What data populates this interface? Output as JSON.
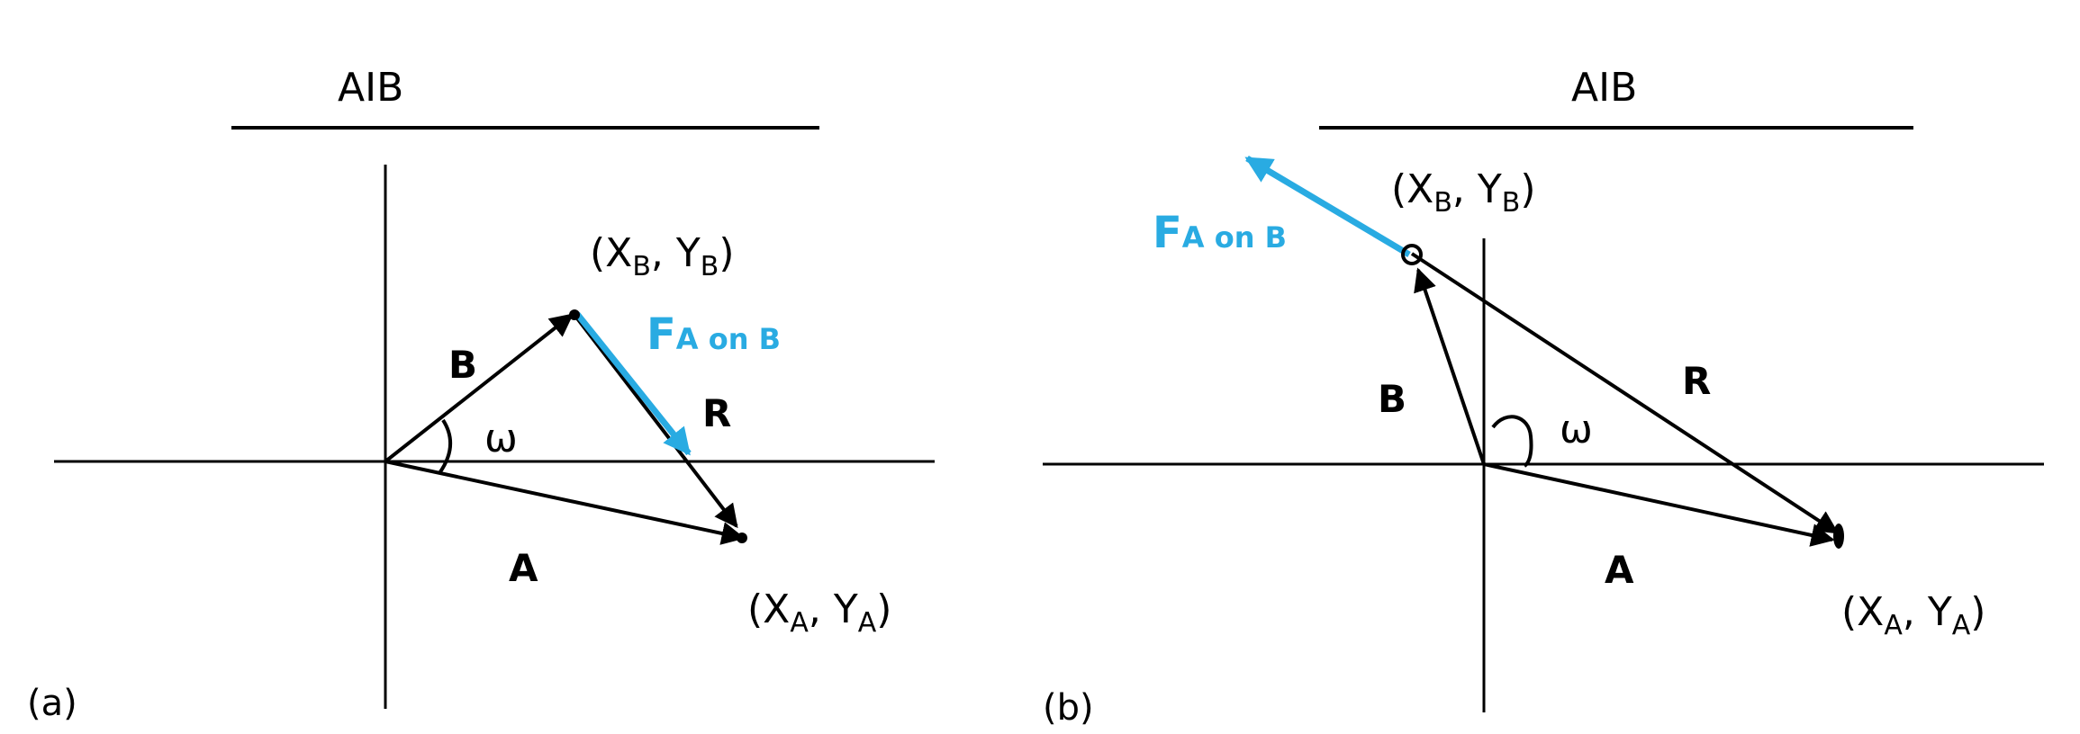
{
  "panels": {
    "a": {
      "panel_label": "(a)",
      "header": "AIB",
      "point_b": {
        "open": "(X",
        "x_sub": "B",
        "mid": ", Y",
        "y_sub": "B",
        "close": ")"
      },
      "point_a": {
        "open": "(X",
        "x_sub": "A",
        "mid": ", Y",
        "y_sub": "A",
        "close": ")"
      },
      "vector_a_label": "A",
      "vector_b_label": "B",
      "vector_r_label": "R",
      "angle_label": "ω",
      "force": {
        "main": "F",
        "sub": "A on B"
      }
    },
    "b": {
      "panel_label": "(b)",
      "header": "AIB",
      "point_b": {
        "open": "(X",
        "x_sub": "B",
        "mid": ", Y",
        "y_sub": "B",
        "close": ")"
      },
      "point_a": {
        "open": "(X",
        "x_sub": "A",
        "mid": ", Y",
        "y_sub": "A",
        "close": ")"
      },
      "vector_a_label": "A",
      "vector_b_label": "B",
      "vector_r_label": "R",
      "angle_label": "ω",
      "force": {
        "main": "F",
        "sub": "A on B"
      }
    }
  },
  "colors": {
    "force": "#29abe2",
    "ink": "#000000"
  }
}
